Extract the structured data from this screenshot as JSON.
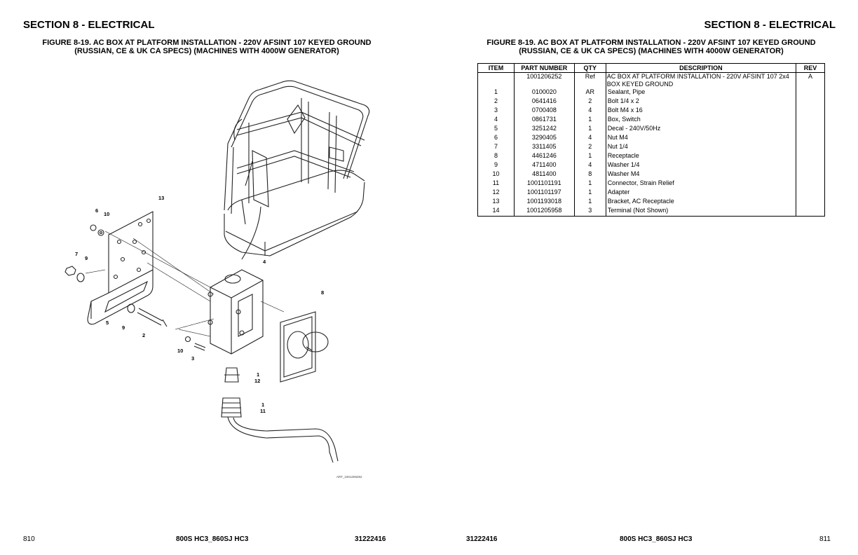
{
  "header": {
    "left_section": "SECTION 8 - ELECTRICAL",
    "right_section": "SECTION 8 - ELECTRICAL"
  },
  "figure": {
    "left_title_line1": "FIGURE 8-19. AC BOX AT PLATFORM INSTALLATION - 220V AFSINT 107 KEYED GROUND",
    "left_title_line2": "(RUSSIAN, CE & UK CA SPECS) (MACHINES WITH 4000W GENERATOR)",
    "right_title_line1": "FIGURE 8-19. AC BOX AT PLATFORM INSTALLATION - 220V AFSINT 107 KEYED GROUND",
    "right_title_line2": "(RUSSIAN, CE & UK CA SPECS) (MACHINES WITH 4000W GENERATOR)",
    "art_id": "ART_1001206252",
    "callouts": [
      "13",
      "6",
      "10",
      "7",
      "9",
      "4",
      "8",
      "5",
      "9",
      "2",
      "10",
      "3",
      "1",
      "12",
      "1",
      "11"
    ]
  },
  "table": {
    "headers": [
      "ITEM",
      "PART NUMBER",
      "QTY",
      "DESCRIPTION",
      "REV"
    ],
    "rows": [
      {
        "item": "",
        "part": "1001206252",
        "qty": "Ref",
        "desc": "AC BOX AT PLATFORM INSTALLATION - 220V AFSINT 107 2x4 BOX KEYED GROUND",
        "rev": "A"
      },
      {
        "item": "1",
        "part": "0100020",
        "qty": "AR",
        "desc": "Sealant, Pipe",
        "rev": ""
      },
      {
        "item": "2",
        "part": "0641416",
        "qty": "2",
        "desc": "Bolt 1/4 x 2",
        "rev": ""
      },
      {
        "item": "3",
        "part": "0700408",
        "qty": "4",
        "desc": "Bolt M4 x 16",
        "rev": ""
      },
      {
        "item": "4",
        "part": "0861731",
        "qty": "1",
        "desc": "Box, Switch",
        "rev": ""
      },
      {
        "item": "5",
        "part": "3251242",
        "qty": "1",
        "desc": "Decal - 240V/50Hz",
        "rev": ""
      },
      {
        "item": "6",
        "part": "3290405",
        "qty": "4",
        "desc": "Nut M4",
        "rev": ""
      },
      {
        "item": "7",
        "part": "3311405",
        "qty": "2",
        "desc": "Nut 1/4",
        "rev": ""
      },
      {
        "item": "8",
        "part": "4461246",
        "qty": "1",
        "desc": "Receptacle",
        "rev": ""
      },
      {
        "item": "9",
        "part": "4711400",
        "qty": "4",
        "desc": "Washer 1/4",
        "rev": ""
      },
      {
        "item": "10",
        "part": "4811400",
        "qty": "8",
        "desc": "Washer M4",
        "rev": ""
      },
      {
        "item": "11",
        "part": "1001101191",
        "qty": "1",
        "desc": "Connector, Strain Relief",
        "rev": ""
      },
      {
        "item": "12",
        "part": "1001101197",
        "qty": "1",
        "desc": "Adapter",
        "rev": ""
      },
      {
        "item": "13",
        "part": "1001193018",
        "qty": "1",
        "desc": "Bracket, AC Receptacle",
        "rev": ""
      },
      {
        "item": "14",
        "part": "1001205958",
        "qty": "3",
        "desc": "Terminal (Not Shown)",
        "rev": ""
      }
    ]
  },
  "footer": {
    "left_page": "810",
    "left_model": "800S HC3_860SJ HC3",
    "left_doc": "31222416",
    "right_doc": "31222416",
    "right_model": "800S HC3_860SJ HC3",
    "right_page": "811"
  }
}
